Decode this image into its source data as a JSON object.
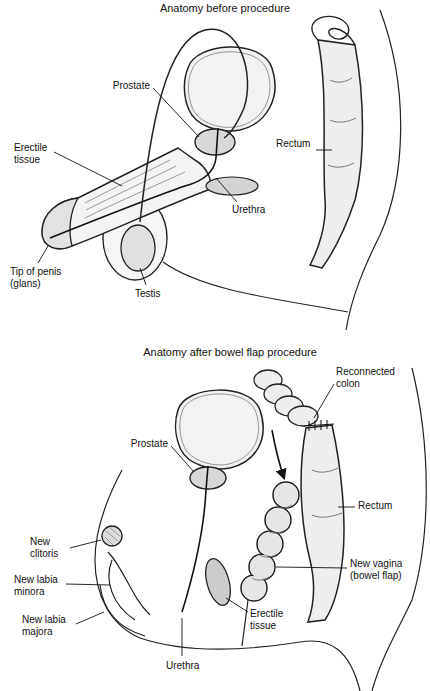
{
  "diagram": {
    "labels": [
      "Anatomy before procedure",
      "Prostate",
      "Erectile tissue",
      "Rectum",
      "Urethra",
      "Tip of penis (glans)",
      "Testis",
      "Anatomy after bowel flap procedure",
      "Reconnected colon",
      "Prostate",
      "Rectum",
      "New clitoris",
      "New labia minora",
      "New labia majora",
      "Urethra",
      "Erectile tissue",
      "New vagina (bowel flap)"
    ]
  }
}
